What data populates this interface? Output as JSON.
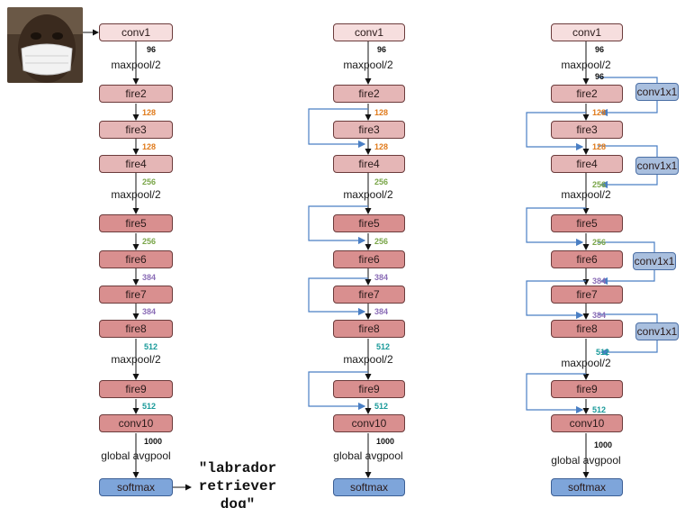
{
  "columns": {
    "plain": {
      "boxes": [
        "conv1",
        "fire2",
        "fire3",
        "fire4",
        "fire5",
        "fire6",
        "fire7",
        "fire8",
        "fire9",
        "conv10",
        "softmax"
      ],
      "labels": [
        "maxpool/2",
        "maxpool/2",
        "maxpool/2",
        "global avgpool"
      ],
      "numbers": [
        "96",
        "128",
        "128",
        "256",
        "256",
        "384",
        "384",
        "512",
        "512",
        "1000"
      ]
    },
    "simple_bypass": {
      "boxes": [
        "conv1",
        "fire2",
        "fire3",
        "fire4",
        "fire5",
        "fire6",
        "fire7",
        "fire8",
        "fire9",
        "conv10",
        "softmax"
      ],
      "labels": [
        "maxpool/2",
        "maxpool/2",
        "maxpool/2",
        "global avgpool"
      ],
      "numbers": [
        "96",
        "128",
        "128",
        "256",
        "256",
        "384",
        "384",
        "512",
        "512",
        "1000"
      ]
    },
    "complex_bypass": {
      "boxes": [
        "conv1",
        "fire2",
        "fire3",
        "fire4",
        "fire5",
        "fire6",
        "fire7",
        "fire8",
        "fire9",
        "conv10",
        "softmax"
      ],
      "labels": [
        "maxpool/2",
        "maxpool/2",
        "maxpool/2",
        "global avgpool"
      ],
      "numbers": [
        "96",
        "128",
        "128",
        "256",
        "256",
        "384",
        "384",
        "512",
        "512",
        "1000"
      ],
      "conv1x1": [
        "conv1x1",
        "conv1x1",
        "conv1x1",
        "conv1x1"
      ]
    }
  },
  "prediction": "\"labrador retriever dog\"",
  "colors": {
    "light": "#f6dede",
    "mid": "#e5b6b6",
    "dark": "#d98f8f",
    "softmax": "#7ea5da",
    "conv1x1": "#a9bfde",
    "bypass": "#4a7fc4",
    "n96": "#111111",
    "n128": "#e07a1a",
    "n256": "#79a548",
    "n384": "#8a6cb6",
    "n512": "#1a9a9a"
  }
}
